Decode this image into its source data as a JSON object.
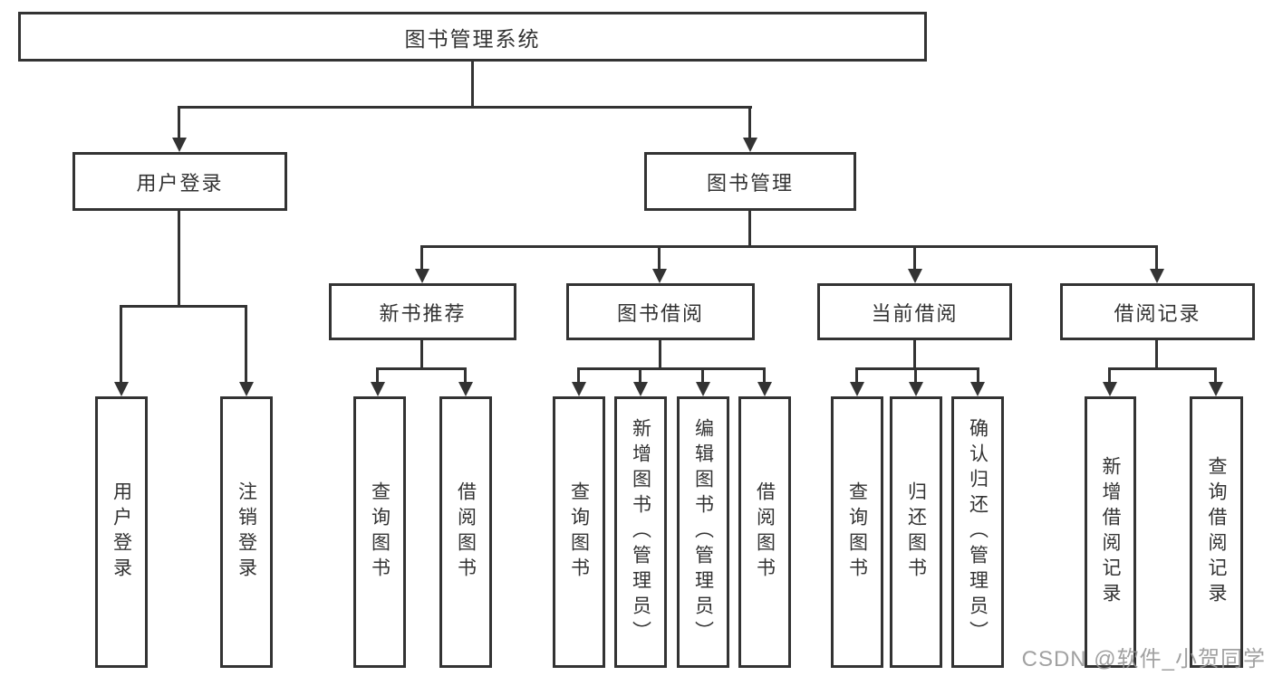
{
  "diagram": {
    "title": "图书管理系统",
    "colors": {
      "line": "#333333",
      "text": "#333333",
      "background": "#ffffff",
      "watermark": "#949494"
    }
  },
  "nodes": {
    "root": {
      "label": "图书管理系统"
    },
    "user_login": {
      "label": "用户登录"
    },
    "book_mgmt": {
      "label": "图书管理"
    },
    "user_login_leaf": {
      "label": "用户登录"
    },
    "logout_leaf": {
      "label": "注销登录"
    },
    "new_book_rec": {
      "label": "新书推荐"
    },
    "book_borrow": {
      "label": "图书借阅"
    },
    "current_borrow": {
      "label": "当前借阅"
    },
    "borrow_records": {
      "label": "借阅记录"
    },
    "rec_query_book": {
      "label": "查询图书"
    },
    "rec_borrow_book": {
      "label": "借阅图书"
    },
    "bb_query_book": {
      "label": "查询图书"
    },
    "bb_add_book": {
      "label": "新增图书（管理员）"
    },
    "bb_edit_book": {
      "label": "编辑图书（管理员）"
    },
    "bb_borrow_book": {
      "label": "借阅图书"
    },
    "cb_query_book": {
      "label": "查询图书"
    },
    "cb_return_book": {
      "label": "归还图书"
    },
    "cb_confirm_return": {
      "label": "确认归还（管理员）"
    },
    "br_add_record": {
      "label": "新增借阅记录"
    },
    "br_query_record": {
      "label": "查询借阅记录"
    }
  },
  "watermark": {
    "text": "CSDN @软件_小贺同学"
  }
}
